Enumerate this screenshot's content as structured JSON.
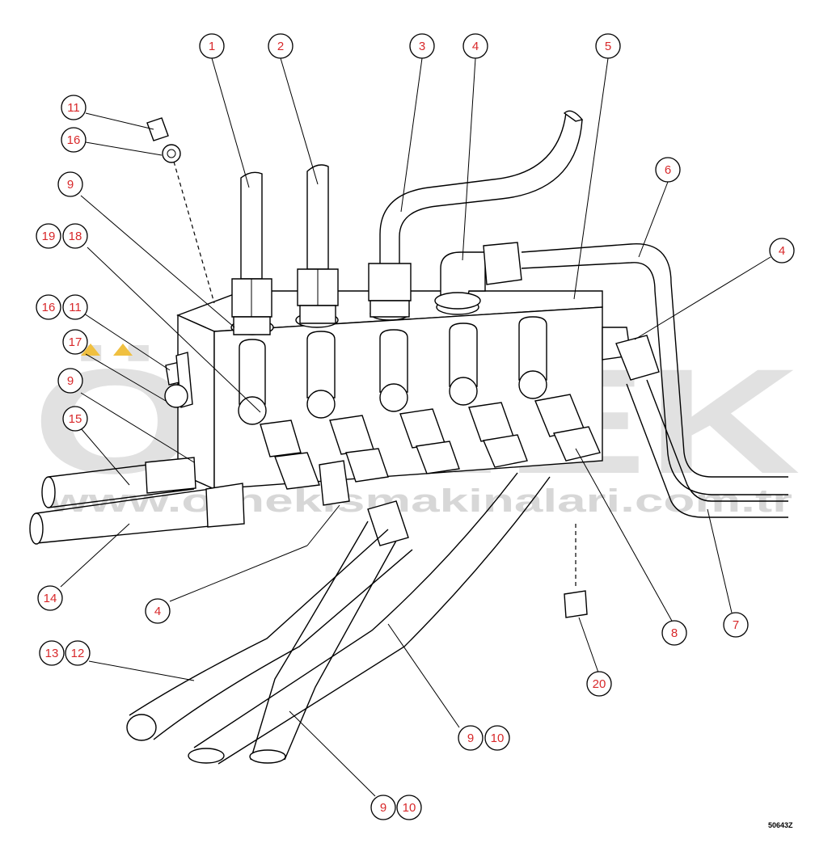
{
  "figure_code": "50643Z",
  "watermark": {
    "brand": "ÖRNEK",
    "url": "www.ornekismakinalari.com.tr",
    "accent_color": "#f0c040"
  },
  "callouts": [
    "1",
    "2",
    "3",
    "4",
    "5",
    "6",
    "4",
    "11",
    "16",
    "9",
    "19",
    "18",
    "16",
    "11",
    "17",
    "9",
    "15",
    "14",
    "4",
    "13",
    "12",
    "9",
    "10",
    "9",
    "10",
    "20",
    "8",
    "7"
  ]
}
